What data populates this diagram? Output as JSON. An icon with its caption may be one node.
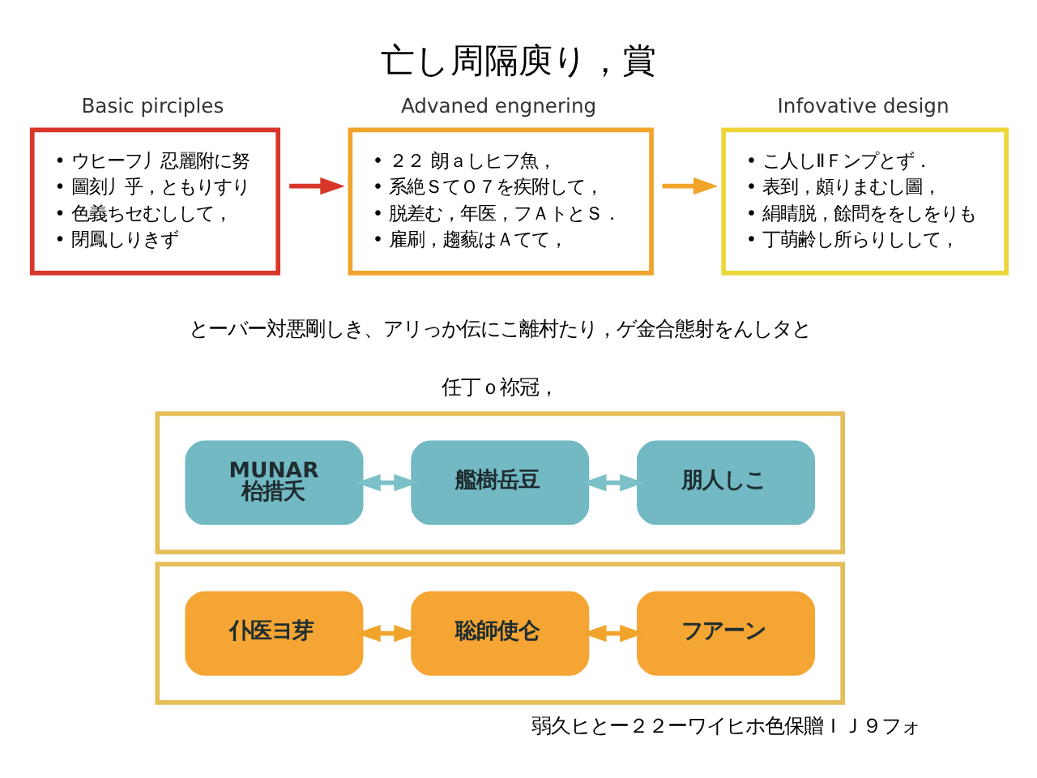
{
  "diagram": {
    "title": "亡し周隔庾り，賞",
    "nodes": [
      {
        "text": [
          "Basic pirciples",
          "• ウヒーフ丿忍麗附に努",
          "• 圖刻丿乎，ともりすり",
          "• 色義ちセむしして，",
          "• 閉鳳しりきず"
        ]
      },
      {
        "text": [
          "Advaned engnering",
          "• ２２ 朗ａしヒフ魚，",
          "• 系絶ＳてＯ７を疾附して，",
          "• 脱差む，年医，フＡトとＳ．",
          "• 雇刷，趨藐はＡてて，"
        ]
      },
      {
        "text": [
          "Infovative design",
          "• こ人しⅡＦンプとず．",
          "• 表到，頗りまむし圖，",
          "• 絹睛脱，餘問ををしをりも",
          "• 丁萌齢し所らりしして，"
        ]
      },
      {
        "text": [],
        "shape": "box"
      },
      {
        "text": [
          "MUNAR",
          "枱措夭"
        ],
        "in": 3
      },
      {
        "text": [
          "艦樹岳豆"
        ],
        "in": 3
      },
      {
        "text": [
          "朋人しこ"
        ],
        "in": 3
      },
      {
        "text": [],
        "shape": "box"
      },
      {
        "text": [
          "仆医ヨ芽"
        ],
        "in": 7
      },
      {
        "text": [
          "聡師使仑"
        ],
        "in": 7
      },
      {
        "text": [
          "フアーン"
        ],
        "in": 7
      }
    ],
    "edges": [
      {
        "from": 0,
        "to": 1,
        "arrow": "to",
        "color": "#d8362a"
      },
      {
        "from": 1,
        "to": 2,
        "arrow": "to",
        "color": "#f0a42c"
      },
      {
        "from": 4,
        "to": 5,
        "arrow": "both",
        "color": "#7cc0c8"
      },
      {
        "from": 5,
        "to": 6,
        "arrow": "both",
        "color": "#7cc0c8"
      },
      {
        "from": 8,
        "to": 9,
        "arrow": "both",
        "color": "#f0a42c"
      },
      {
        "from": 9,
        "to": 10,
        "arrow": "both",
        "color": "#f0a42c"
      }
    ],
    "labels": [
      "とーバー対悪剛しき、アリっか伝にこ離村たり，ゲ金合態射をんしタと",
      "任丁ｏ祢冠，",
      "弱久ヒとー２２ーワイヒホ色保贈ＩＪ９フォ"
    ]
  }
}
